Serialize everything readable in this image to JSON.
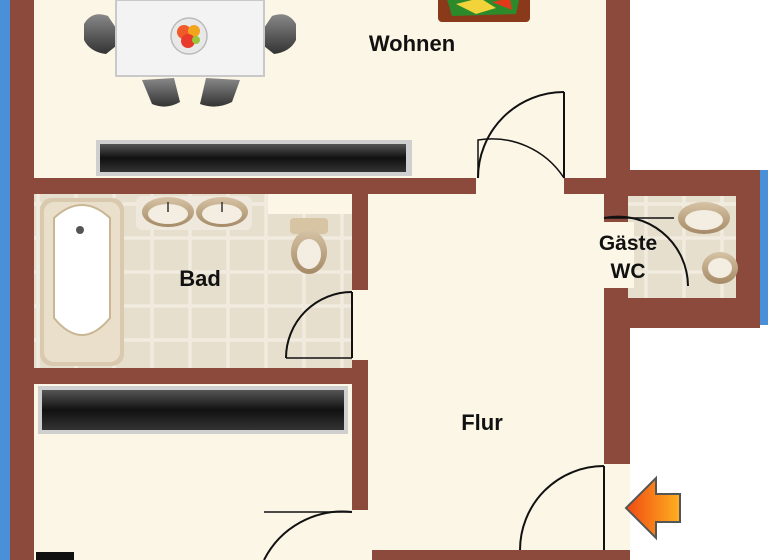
{
  "rooms": {
    "wohnen": "Wohnen",
    "bad": "Bad",
    "flur": "Flur",
    "gaeste_line1": "Gäste",
    "gaeste_line2": "WC"
  },
  "colors": {
    "background": "#4a90d9",
    "wall": "#8b4a3c",
    "floor": "#fbf6e6",
    "tile": "#e9e3d4",
    "outside": "#ffffff",
    "arrow": "#f07a1c"
  },
  "icons": [
    "dining-table-icon",
    "fruit-bowl-icon",
    "chair-icon",
    "plant-icon",
    "radiator-icon",
    "bathtub-icon",
    "sink-icon",
    "toilet-icon",
    "door-swing-icon",
    "entrance-arrow-icon"
  ]
}
